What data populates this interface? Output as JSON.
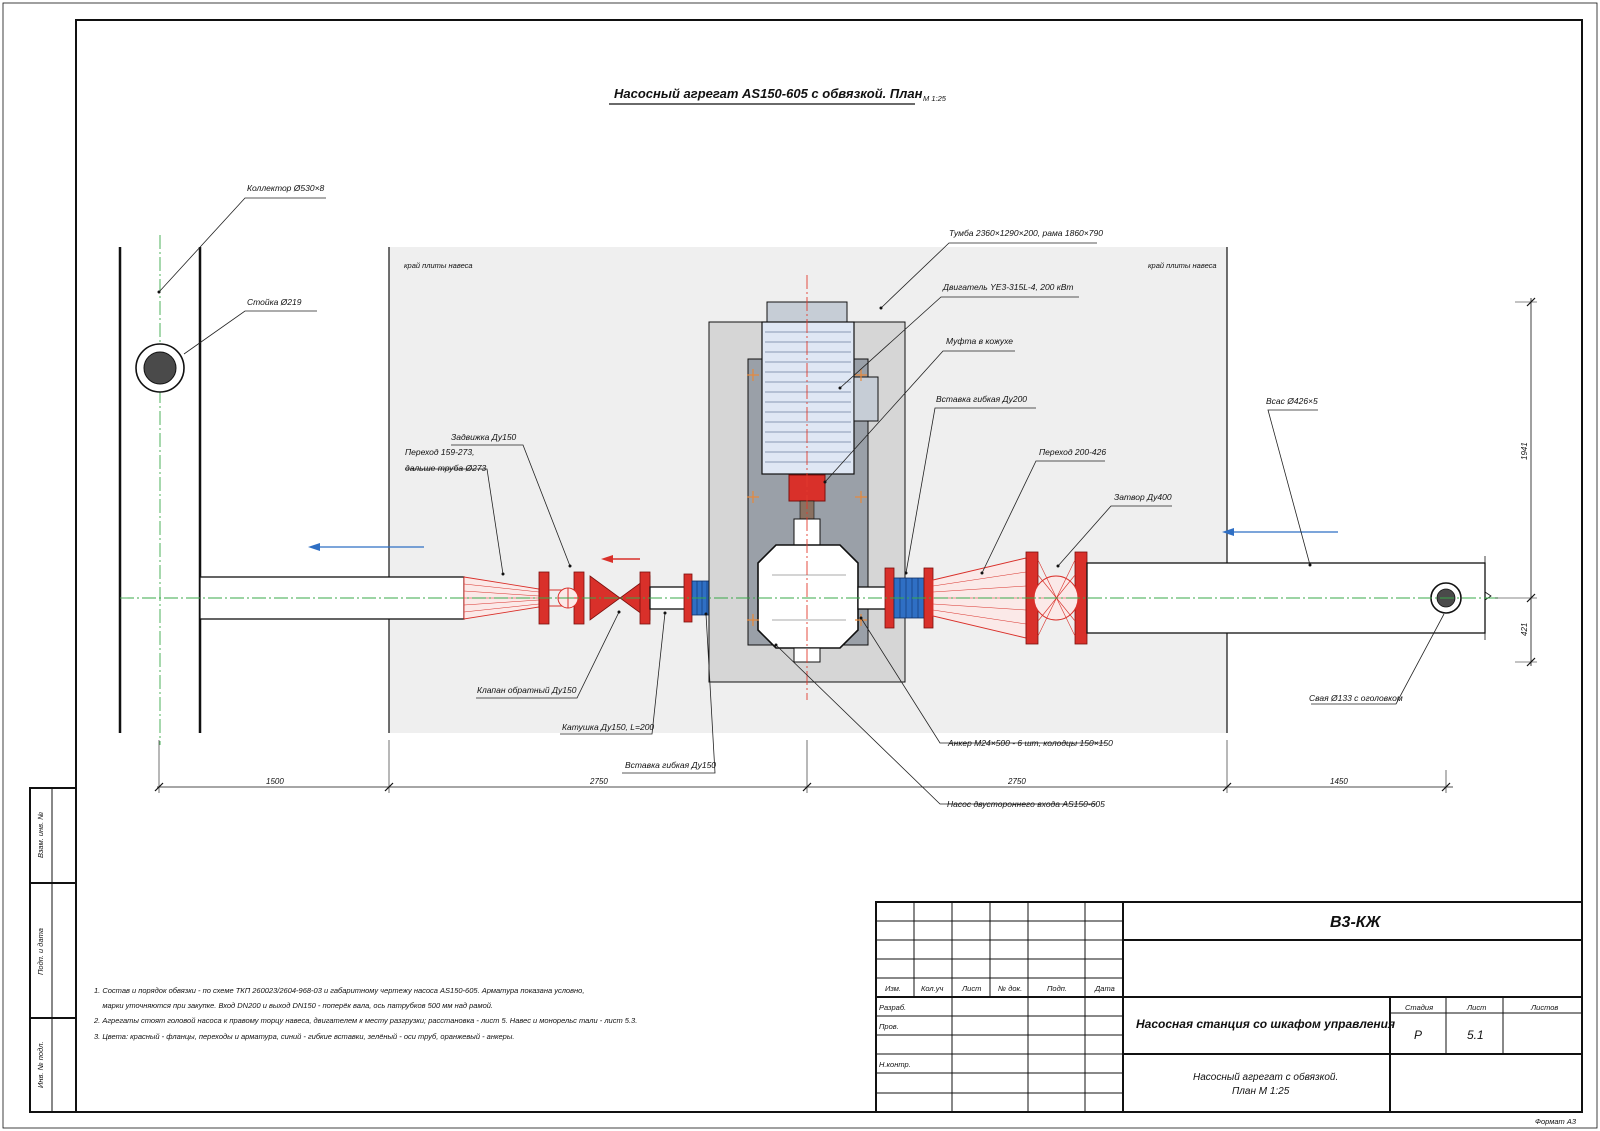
{
  "title": "Насосный агрегат AS150-605 с обвязкой. План",
  "scale": "М 1:25",
  "labels": {
    "collector": "Коллектор Ø530×8",
    "post": "Стойка Ø219",
    "canopy_left": "край плиты навеса",
    "canopy_right": "край плиты навеса",
    "pedestal": "Тумба 2360×1290×200, рама 1860×790",
    "motor": "Двигатель YE3-315L-4, 200 кВт",
    "coupling": "Муфта в кожухе",
    "flex_200": "Вставка гибкая Ду200",
    "suction": "Всас Ø426×5",
    "reducer_200_426": "Переход 200-426",
    "butterfly": "Затвор Ду400",
    "gate_valve": "Задвижка Ду150",
    "reducer_159_273_line1": "Переход 159-273,",
    "reducer_159_273_line2": "дальше труба Ø273",
    "check_valve": "Клапан обратный Ду150",
    "spool": "Катушка Ду150, L=200",
    "flex_150": "Вставка гибкая Ду150",
    "anchor": "Анкер М24×500 - 6 шт, колодцы 150×150",
    "pump": "Насос двустороннего входа AS150-605",
    "pile": "Свая Ø133 с оголовком"
  },
  "dimensions": {
    "d1": "1500",
    "d2": "2750",
    "d3": "2750",
    "d4": "1450",
    "v1": "1941",
    "v2": "421"
  },
  "notes": [
    "1. Состав и порядок обвязки - по схеме ТКП 260023/2604-968-03 и габаритному чертежу насоса AS150-605. Арматура показана условно,",
    "    марки уточняются при закупке. Вход DN200 и выход DN150 - поперёк вала, ось патрубков 500 мм над рамой.",
    "2. Агрегаты стоят головой насоса к правому торцу навеса, двигателем к месту разгрузки; расстановка - лист 5. Навес и монорельс тали - лист 5.3.",
    "3. Цвета: красный - фланцы, переходы и арматура, синий - гибкие вставки, зелёный - оси труб, оранжевый - анкеры."
  ],
  "side_stamps": {
    "inv_ref": "Взам. инв. №",
    "sign_date": "Подп. и дата",
    "inv_orig": "Инв. № подл."
  },
  "title_block": {
    "code": "В3-КЖ",
    "project": "Насосная станция со шкафом управления",
    "sheet_title_line1": "Насосный агрегат с обвязкой.",
    "sheet_title_line2": "План М 1:25",
    "col_headers": [
      "Изм.",
      "Кол.уч",
      "Лист",
      "№ док.",
      "Подп.",
      "Дата"
    ],
    "roles": [
      "Разраб.",
      "Пров.",
      "Н.контр."
    ],
    "stage_label": "Стадия",
    "sheet_label": "Лист",
    "sheets_label": "Листов",
    "stage": "Р",
    "sheet": "5.1",
    "sheets": ""
  },
  "format": "Формат А3",
  "colors": {
    "flange": "#d9302a",
    "flex": "#2f6fc4",
    "axis": "#3aa84a",
    "anchor": "#e8893a",
    "canopy": "#efefef",
    "pedestal": "#d6d6d6",
    "frame": "#9aa0a8",
    "motor": "#dfe7f4"
  }
}
